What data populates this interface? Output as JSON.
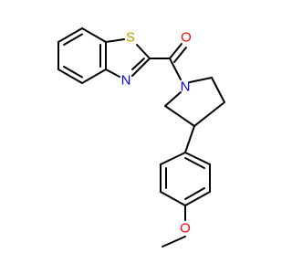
{
  "atom_labels": {
    "sulfur": "S",
    "thiazole_nitrogen": "N",
    "pyrrolidine_nitrogen": "N",
    "carbonyl_oxygen": "O",
    "ether_oxygen": "O"
  },
  "colors": {
    "bond": "#000000",
    "sulfur": "#b8a400",
    "nitrogen": "#0000ff",
    "oxygen": "#ff0000",
    "background": "#ffffff"
  }
}
